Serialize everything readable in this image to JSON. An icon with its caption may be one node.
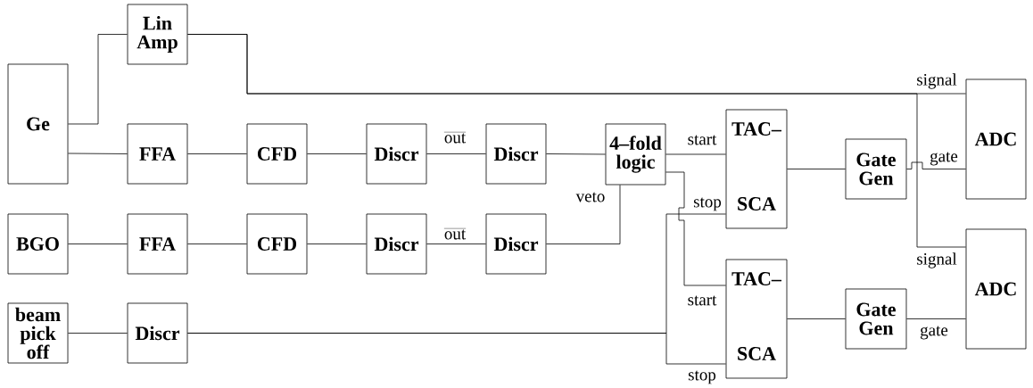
{
  "diagram": {
    "nodes": [
      {
        "text": [
          "Lin Amp"
        ]
      },
      {
        "text": [
          "Ge"
        ]
      },
      {
        "text": [
          "FFA"
        ]
      },
      {
        "text": [
          "CFD"
        ]
      },
      {
        "text": [
          "Discr"
        ]
      },
      {
        "text": [
          "Discr"
        ]
      },
      {
        "text": [
          "4–fold logic"
        ]
      },
      {
        "text": [
          "BGO"
        ]
      },
      {
        "text": [
          "FFA"
        ]
      },
      {
        "text": [
          "CFD"
        ]
      },
      {
        "text": [
          "Discr"
        ]
      },
      {
        "text": [
          "Discr"
        ]
      },
      {
        "text": [
          "beam pick off"
        ]
      },
      {
        "text": [
          "Discr"
        ]
      },
      {
        "text": [
          "TAC–",
          "SCA"
        ]
      },
      {
        "text": [
          "TAC–",
          "SCA"
        ]
      },
      {
        "text": [
          "Gate Gen"
        ]
      },
      {
        "text": [
          "Gate Gen"
        ]
      },
      {
        "text": [
          "ADC"
        ]
      },
      {
        "text": [
          "ADC"
        ]
      }
    ],
    "edges": [
      {
        "from": 1,
        "to": 0,
        "arrow": "none"
      },
      {
        "from": 0,
        "to": 18,
        "arrow": "none",
        "label": "signal"
      },
      {
        "from": 0,
        "to": 19,
        "arrow": "none",
        "label": "signal"
      },
      {
        "from": 1,
        "to": 2,
        "arrow": "none"
      },
      {
        "from": 2,
        "to": 3,
        "arrow": "none"
      },
      {
        "from": 3,
        "to": 4,
        "arrow": "none"
      },
      {
        "from": 4,
        "to": 5,
        "arrow": "none",
        "label": "out"
      },
      {
        "from": 5,
        "to": 6,
        "arrow": "none"
      },
      {
        "from": 7,
        "to": 8,
        "arrow": "none"
      },
      {
        "from": 8,
        "to": 9,
        "arrow": "none"
      },
      {
        "from": 9,
        "to": 10,
        "arrow": "none"
      },
      {
        "from": 10,
        "to": 11,
        "arrow": "none",
        "label": "out"
      },
      {
        "from": 11,
        "to": 6,
        "arrow": "none",
        "label": "veto"
      },
      {
        "from": 12,
        "to": 13,
        "arrow": "none"
      },
      {
        "from": 13,
        "to": 14,
        "arrow": "none",
        "label": "stop"
      },
      {
        "from": 13,
        "to": 15,
        "arrow": "none",
        "label": "stop"
      },
      {
        "from": 6,
        "to": 14,
        "arrow": "none",
        "label": "start"
      },
      {
        "from": 6,
        "to": 15,
        "arrow": "none",
        "label": "start"
      },
      {
        "from": 14,
        "to": 16,
        "arrow": "none"
      },
      {
        "from": 15,
        "to": 17,
        "arrow": "none"
      },
      {
        "from": 16,
        "to": 18,
        "arrow": "none",
        "label": "gate"
      },
      {
        "from": 17,
        "to": 19,
        "arrow": "none",
        "label": "gate"
      }
    ]
  }
}
